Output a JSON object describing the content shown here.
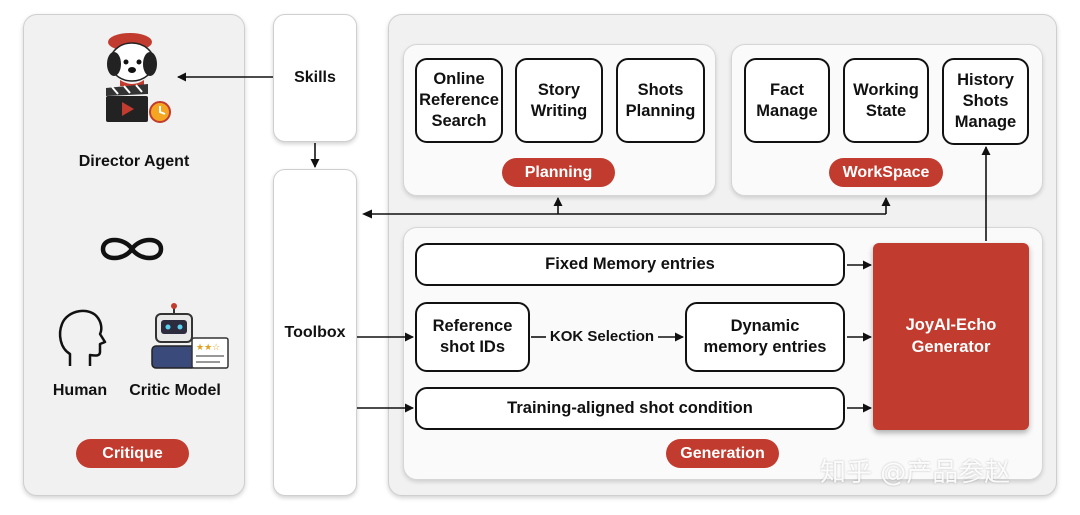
{
  "left_panel": {
    "director_label": "Director Agent",
    "human_label": "Human",
    "critic_label": "Critic Model",
    "critique_pill": "Critique"
  },
  "middle": {
    "skills": "Skills",
    "toolbox": "Toolbox"
  },
  "planning": {
    "items": [
      "Online\nReference\nSearch",
      "Story\nWriting",
      "Shots\nPlanning"
    ],
    "pill": "Planning"
  },
  "workspace": {
    "items": [
      "Fact\nManage",
      "Working\nState",
      "History\nShots\nManage"
    ],
    "pill": "WorkSpace"
  },
  "generation": {
    "fixed_memory": "Fixed Memory entries",
    "reference_ids": "Reference\nshot IDs",
    "kok_selection": "KOK Selection",
    "dynamic_memory": "Dynamic\nmemory entries",
    "training_condition": "Training-aligned shot condition",
    "generator": "JoyAI-Echo\nGenerator",
    "pill": "Generation"
  },
  "icons": [
    "director-mascot-icon",
    "infinity-icon",
    "human-head-icon",
    "robot-critic-icon"
  ],
  "colors": {
    "accent": "#c13b2e",
    "panel": "#f1f1f1",
    "stroke": "#111111"
  },
  "watermark": "知乎 @产品参赵"
}
